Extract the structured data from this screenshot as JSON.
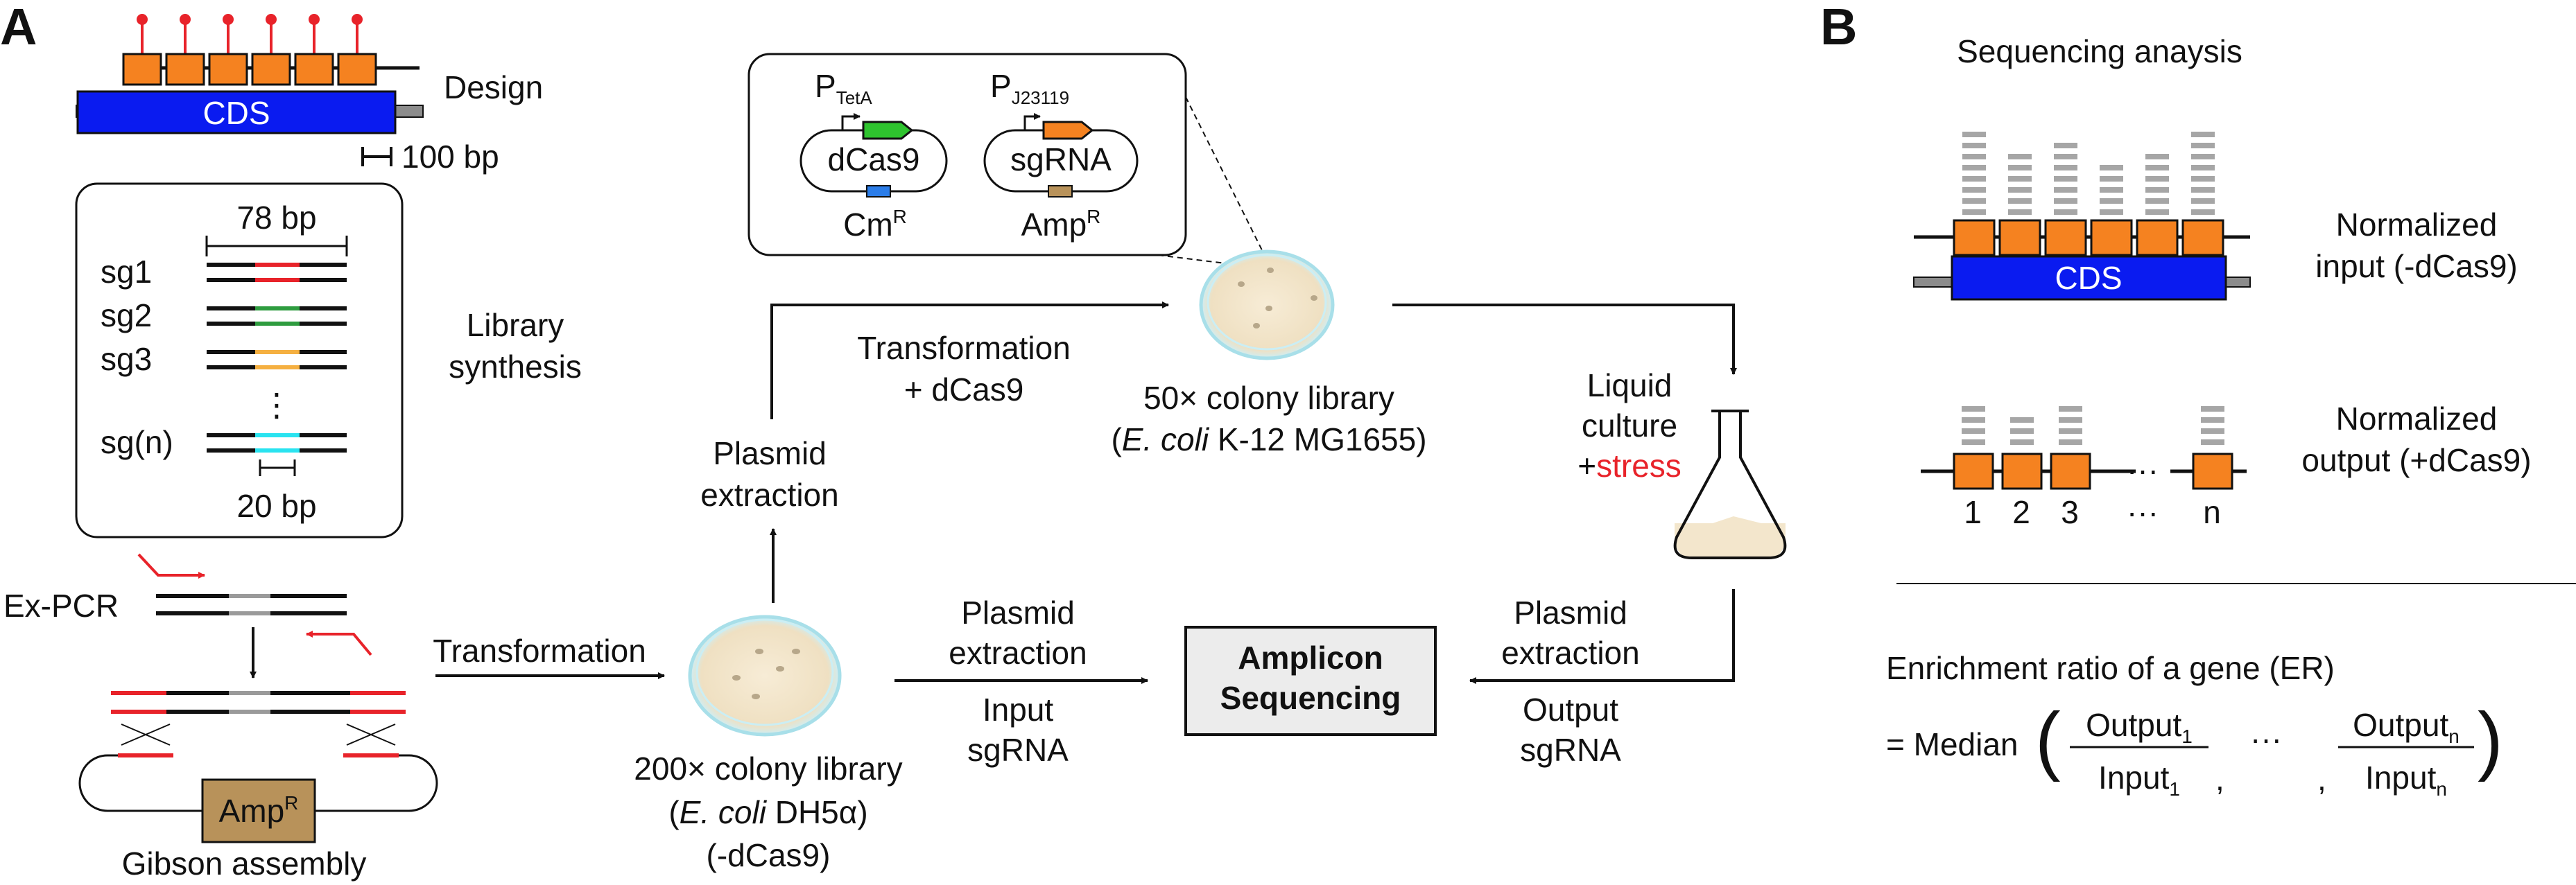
{
  "panel_a": {
    "label": "A",
    "design": "Design",
    "cds": "CDS",
    "scale": "100 bp",
    "library_synthesis": [
      "Library",
      "synthesis"
    ],
    "oligo_len": "78 bp",
    "sg_labels": [
      "sg1",
      "sg2",
      "sg3",
      "sg(n)"
    ],
    "ellipsis_v": "⋮",
    "spacer_len": "20 bp",
    "ex_pcr": "Ex-PCR",
    "amp_r": "Amp",
    "resistance_sup": "R",
    "gibson": "Gibson assembly",
    "transformation": "Transformation",
    "lib200": [
      "200× colony library",
      "(E. coli DH5α)",
      "(-dCas9)"
    ],
    "plasmid_extraction": [
      "Plasmid",
      "extraction"
    ],
    "input_sgrna": [
      "Input",
      "sgRNA"
    ],
    "output_sgrna": [
      "Output",
      "sgRNA"
    ],
    "transformation_dcas9": [
      "Transformation",
      "+ dCas9"
    ],
    "lib50": [
      "50× colony library",
      "(E. coli K-12 MG1655)"
    ],
    "liquid": [
      "Liquid",
      "culture",
      "+stress"
    ],
    "amplicon": [
      "Amplicon",
      "Sequencing"
    ],
    "promoter_tet": "P",
    "promoter_tet_sub": "TetA",
    "promoter_j": "P",
    "promoter_j_sub": "J23119",
    "dcas9": "dCas9",
    "sgrna": "sgRNA",
    "cm_r": "Cm"
  },
  "panel_b": {
    "label": "B",
    "title": "Sequencing anaysis",
    "cds": "CDS",
    "norm_input": [
      "Normalized",
      "input (-dCas9)"
    ],
    "norm_output": [
      "Normalized",
      "output (+dCas9)"
    ],
    "index_labels": [
      "1",
      "2",
      "3",
      "···",
      "n"
    ],
    "dots": "···",
    "er_title": "Enrichment ratio of a gene (ER)",
    "median": "= Median",
    "output": "Output",
    "input": "Input",
    "sub1": "1",
    "subn": "n",
    "comma": ","
  },
  "colors": {
    "orange": "#f58220",
    "blue": "#0a1bf0",
    "red": "#e8232a",
    "green": "#2e9c3f",
    "yellow": "#f5b041",
    "cyan": "#29e3f0",
    "tan": "#b8925a",
    "dish": "#f3e6cc",
    "grey": "#a6a6a6"
  }
}
